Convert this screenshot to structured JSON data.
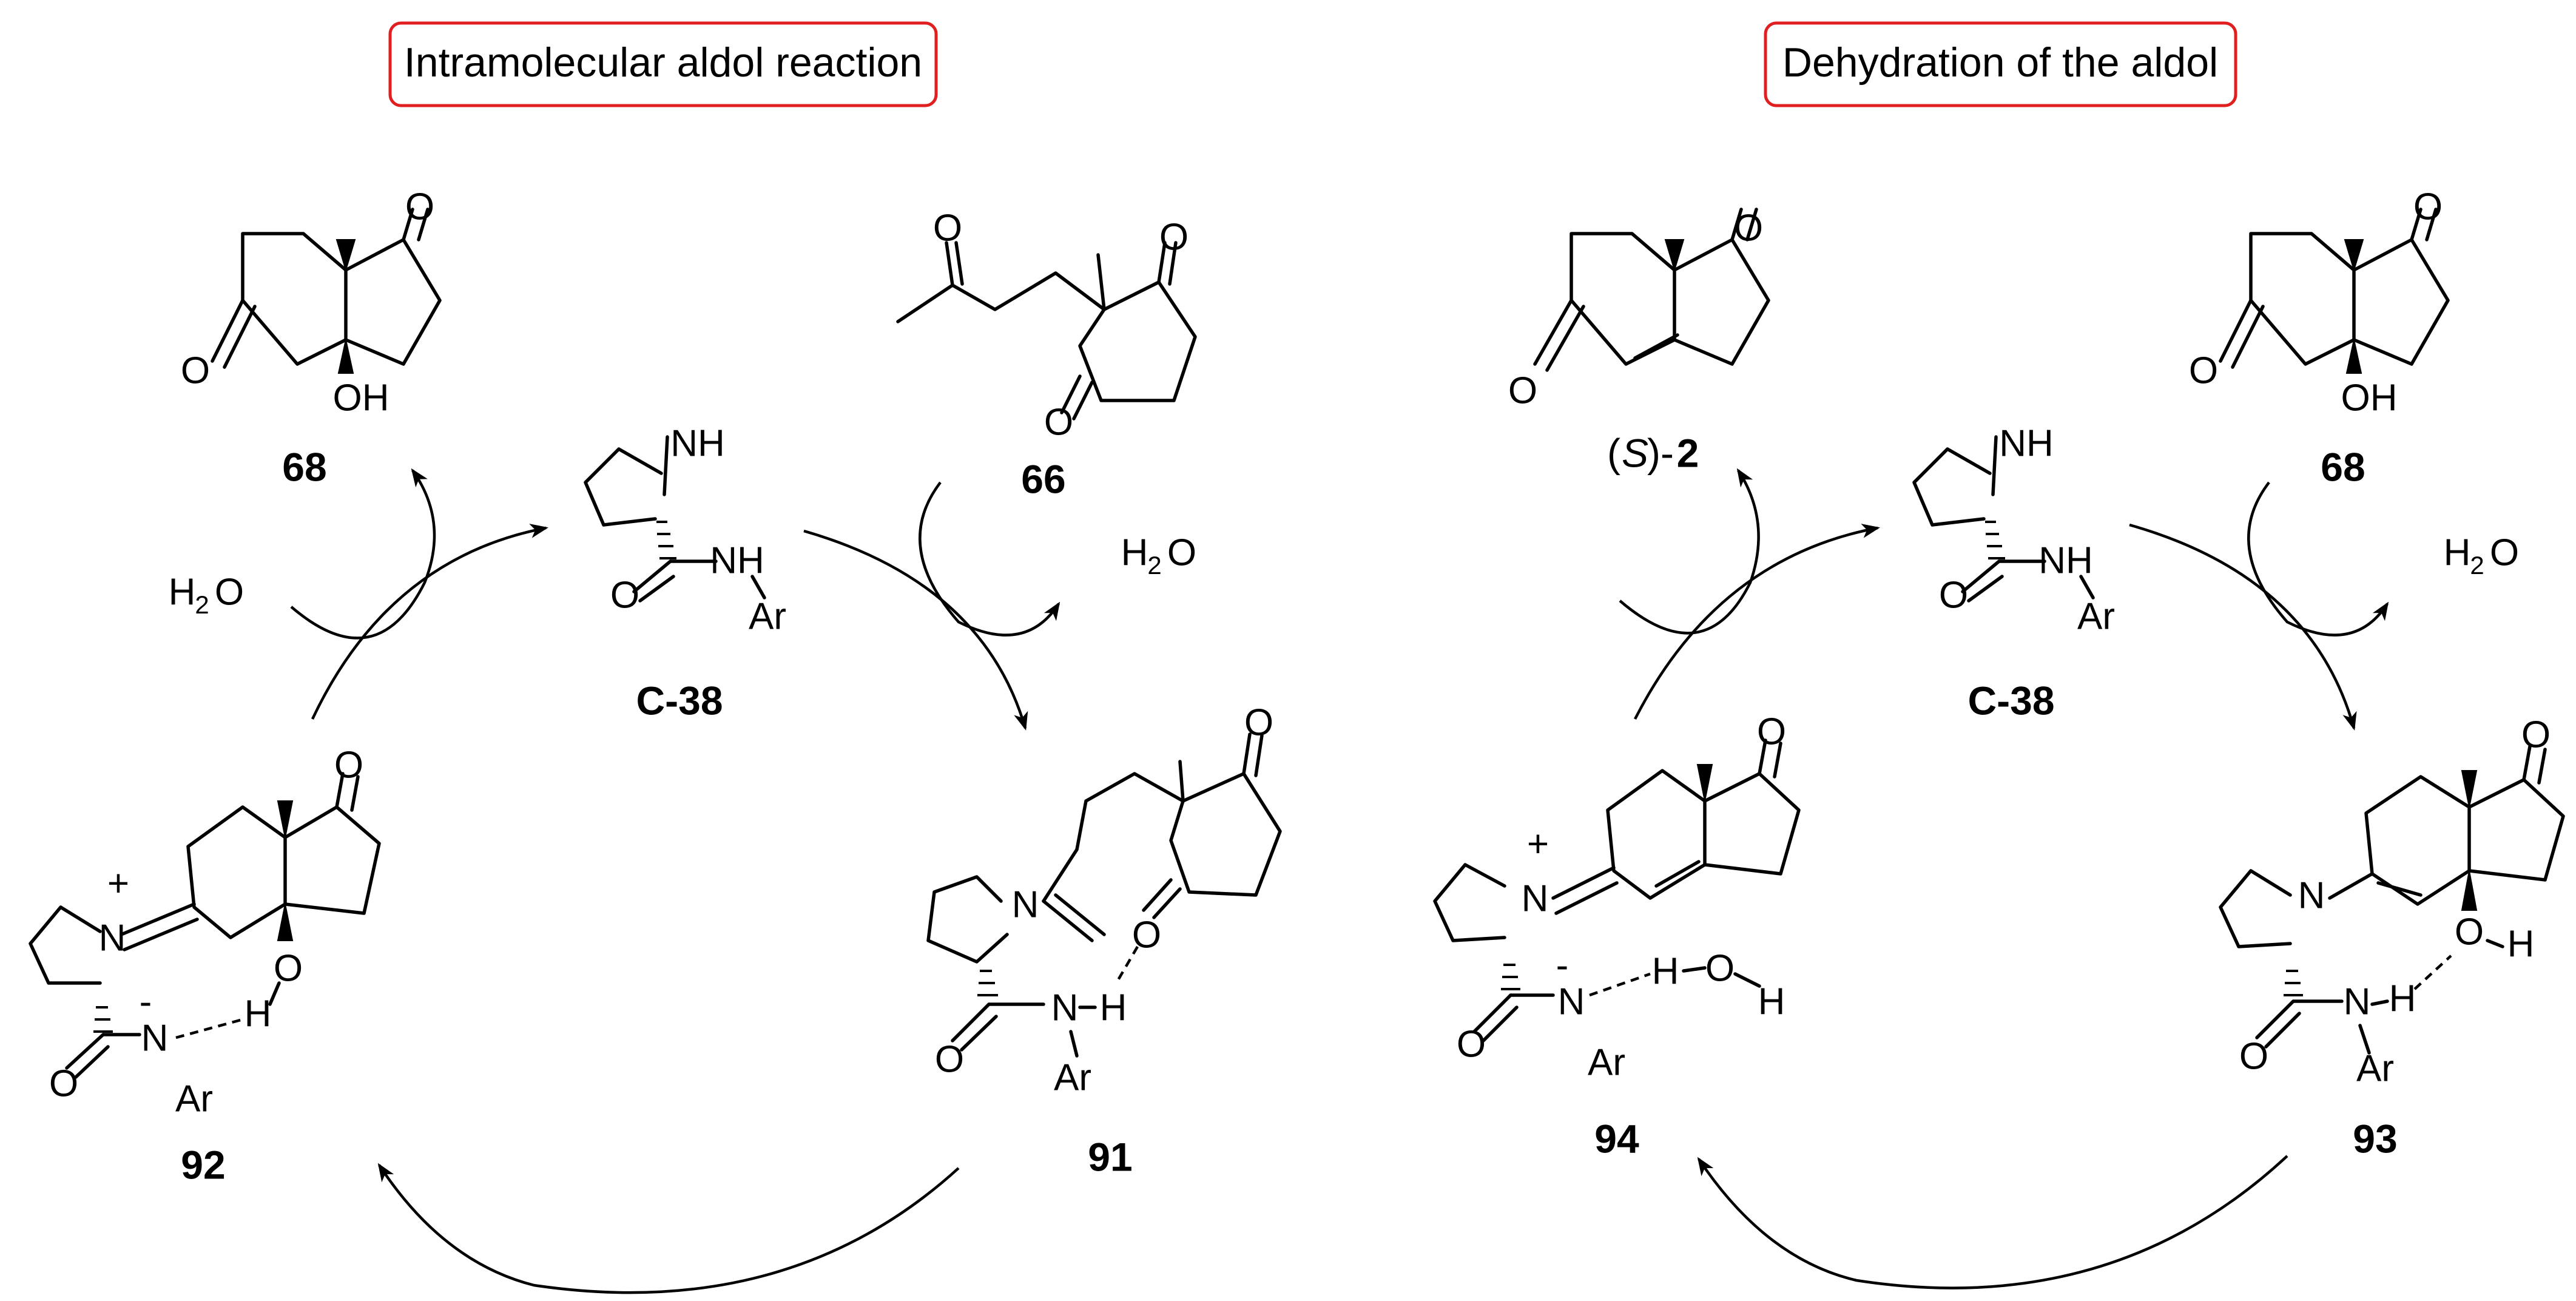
{
  "titles": {
    "left": "Intramolecular aldol reaction",
    "right": "Dehydration of the aldol"
  },
  "compound_labels": {
    "c68_left": "68",
    "c66": "66",
    "c38_left": "C-38",
    "c91": "91",
    "c92": "92",
    "s2_prefix_open": "(",
    "s2_prefix_italic": "S",
    "s2_prefix_close": ")-",
    "s2_number": "2",
    "c38_right": "C-38",
    "c68_right": "68",
    "c94": "94",
    "c93": "93"
  },
  "water": {
    "h": "H",
    "sub": "2",
    "o": "O"
  },
  "atoms": {
    "O": "O",
    "OH": "OH",
    "NH": "NH",
    "N": "N",
    "H": "H",
    "Ar": "Ar",
    "plus": "+",
    "minus": "-"
  }
}
